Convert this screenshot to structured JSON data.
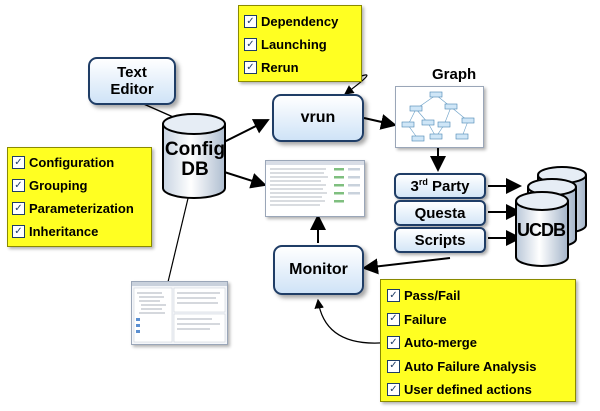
{
  "nodes": {
    "text_editor": [
      "Text",
      "Editor"
    ],
    "config_db": [
      "Config",
      "DB"
    ],
    "vrun": "vrun",
    "monitor": "Monitor",
    "graph_title": "Graph",
    "ucdb": "UCDB"
  },
  "tools": {
    "third_party_main": "3",
    "third_party_sup": "rd",
    "third_party_rest": " Party",
    "questa": "Questa",
    "scripts": "Scripts"
  },
  "notes": {
    "run_actions": [
      "Dependency",
      "Launching",
      "Rerun"
    ],
    "config_features": [
      "Configuration",
      "Grouping",
      "Parameterization",
      "Inheritance"
    ],
    "monitor_actions": [
      "Pass/Fail",
      "Failure",
      "Auto-merge",
      "Auto Failure Analysis",
      "User defined actions"
    ]
  },
  "colors": {
    "note_yellow": "#ffff22",
    "box_border": "#1f3d66",
    "box_fill": "#cfe3f7",
    "arrow": "#000000"
  },
  "icons": {
    "checkbox": "☑"
  }
}
